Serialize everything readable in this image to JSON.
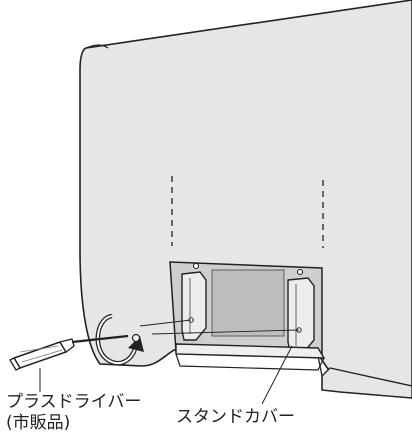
{
  "labels": {
    "screwdriver": "プラスドライバー",
    "screwdriver_note": "(市販品)",
    "stand_cover": "スタンドカバー"
  },
  "colors": {
    "panel_fill": "#e6e6e6",
    "recess_fill": "#cfcfcf",
    "line": "#222222",
    "background": "#ffffff"
  }
}
